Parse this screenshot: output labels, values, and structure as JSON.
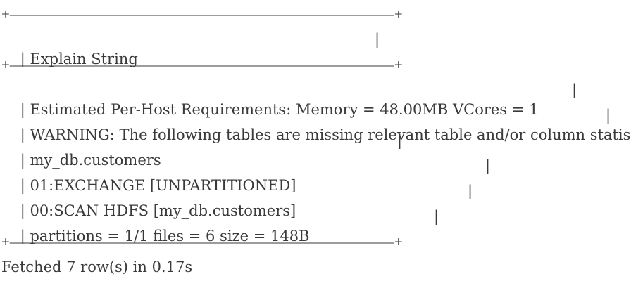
{
  "output": {
    "border_top": "+——————————————————————————+",
    "header_row": "| Explain String",
    "header_bar": "|",
    "border_mid": "+——————————————————————————+",
    "rows": [
      {
        "text": "| Estimated Per-Host Requirements: Memory = 48.00MB VCores = 1",
        "bar": "|"
      },
      {
        "text": "| WARNING: The following tables are missing relevant table and/or column statistics.",
        "bar": "|"
      },
      {
        "text": "| my_db.customers",
        "bar": "|"
      },
      {
        "text": "| 01:EXCHANGE [UNPARTITIONED]",
        "bar": "|"
      },
      {
        "text": "| 00:SCAN HDFS [my_db.customers]",
        "bar": "|"
      },
      {
        "text": "| partitions = 1/1 files = 6 size = 148B",
        "bar": "|"
      }
    ],
    "border_bottom": "+——————————————————————————+",
    "footer": "Fetched 7 row(s) in 0.17s"
  }
}
